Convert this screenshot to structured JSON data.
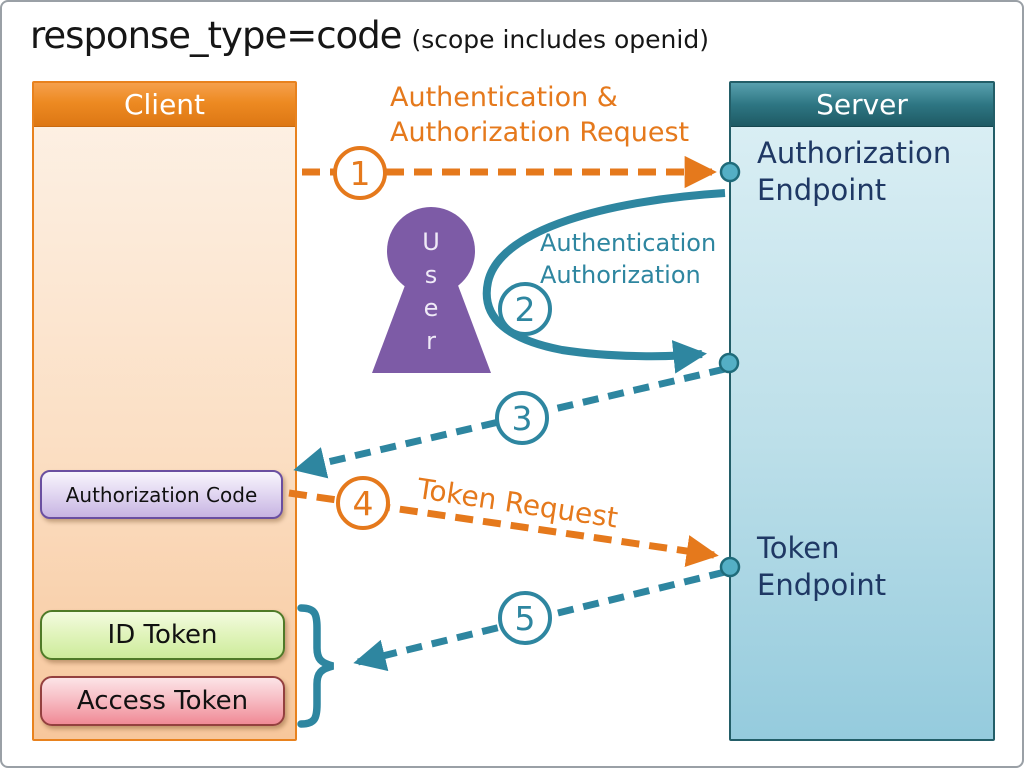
{
  "title": {
    "main": "response_type=code",
    "sub": "(scope includes openid)"
  },
  "client": {
    "header": "Client",
    "authorization_code": "Authorization Code",
    "id_token": "ID Token",
    "access_token": "Access Token"
  },
  "server": {
    "header": "Server",
    "authorization_endpoint": "Authorization Endpoint",
    "token_endpoint": "Token Endpoint"
  },
  "user": {
    "vertical_label": "U\ns\ne\nr"
  },
  "steps": {
    "1": {
      "number": "1",
      "label": "Authentication &\nAuthorization Request"
    },
    "2": {
      "number": "2",
      "label": "Authentication\nAuthorization"
    },
    "3": {
      "number": "3",
      "label": ""
    },
    "4": {
      "number": "4",
      "label": "Token Request"
    },
    "5": {
      "number": "5",
      "label": ""
    }
  },
  "colors": {
    "orange": "#E5791C",
    "teal": "#2E86A0",
    "navy": "#1F3864",
    "purple": "#7D5BA6",
    "connector-fill": "#54AFC5",
    "connector-stroke": "#1F6B7A"
  }
}
